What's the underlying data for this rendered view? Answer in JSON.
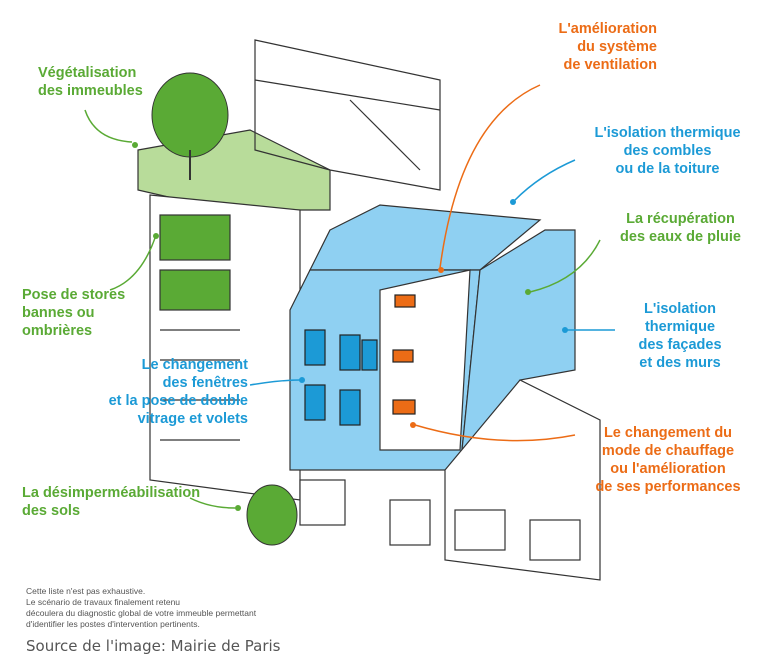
{
  "colors": {
    "green": "#5aaa35",
    "blue": "#1c9ad6",
    "orange": "#ec6c16",
    "building_blue": "#8fd0f2",
    "roof_green": "#b8dc9a"
  },
  "labels": {
    "vegetalisation": "Végétalisation\ndes immeubles",
    "ventilation": "L'amélioration\ndu système\nde ventilation",
    "isolation_combles": "L'isolation thermique\ndes combles\nou de la toiture",
    "recuperation": "La récupération\ndes eaux de pluie",
    "stores": "Pose de stores\nbannes ou\nombrières",
    "isolation_facades": "L'isolation\nthermique\ndes façades\net des murs",
    "fenetres": "Le changement\ndes fenêtres\net la pose de double\nvitrage et volets",
    "chauffage": "Le changement du\nmode de chauffage\nou l'amélioration\nde ses performances",
    "desimpermeabilisation": "La désimperméabilisation\ndes sols"
  },
  "footnote": "Cette liste n'est pas exhaustive.\nLe scénario de travaux finalement retenu\ndécoulera du diagnostic global de votre immeuble permettant\nd'identifier les postes d'intervention pertinents.",
  "source": "Source de l'image: Mairie de Paris"
}
